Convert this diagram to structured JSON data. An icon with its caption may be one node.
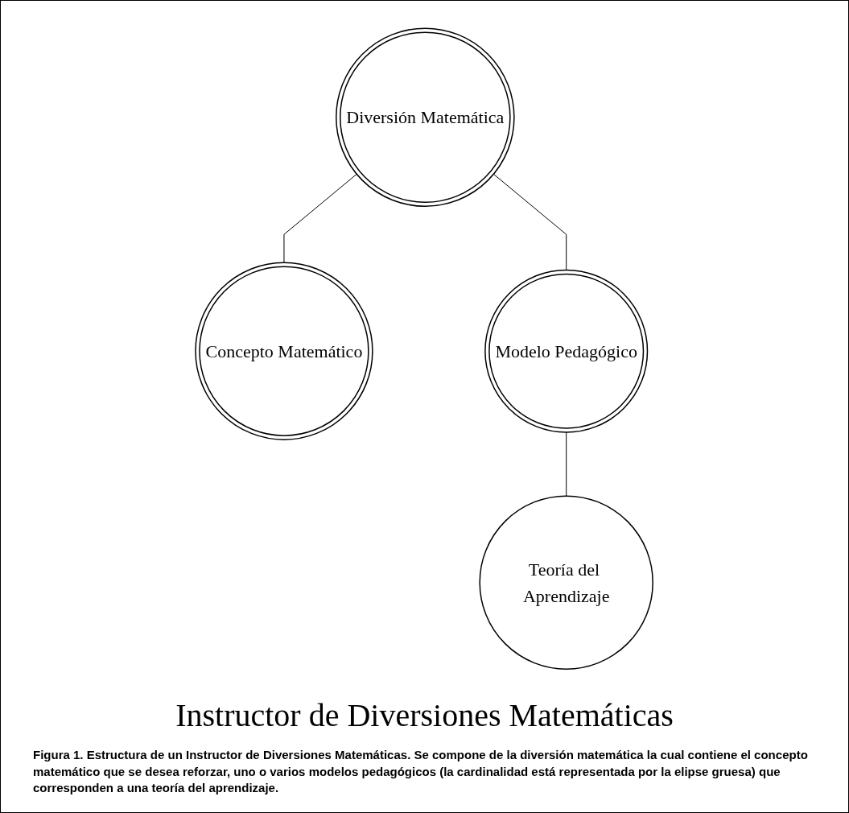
{
  "diagram": {
    "title": "Instructor de Diversiones Matemáticas",
    "caption": "Figura 1. Estructura de un Instructor de Diversiones Matemáticas. Se compone de la diversión matemática la cual contiene el concepto matemático que se desea reforzar, uno o varios modelos pedagógicos (la cardinalidad está representada por la elipse gruesa) que corresponden a una teoría del aprendizaje.",
    "nodes": [
      {
        "text": [
          "Diversión Matemática"
        ]
      },
      {
        "text": [
          "Concepto Matemático"
        ]
      },
      {
        "text": [
          "Modelo Pedagógico"
        ]
      },
      {
        "text": [
          "Teoría del Aprendizaje"
        ]
      }
    ],
    "edges": [
      {
        "from": 0,
        "to": 1,
        "arrow": "none"
      },
      {
        "from": 0,
        "to": 2,
        "arrow": "none"
      },
      {
        "from": 2,
        "to": 3,
        "arrow": "none"
      }
    ]
  }
}
